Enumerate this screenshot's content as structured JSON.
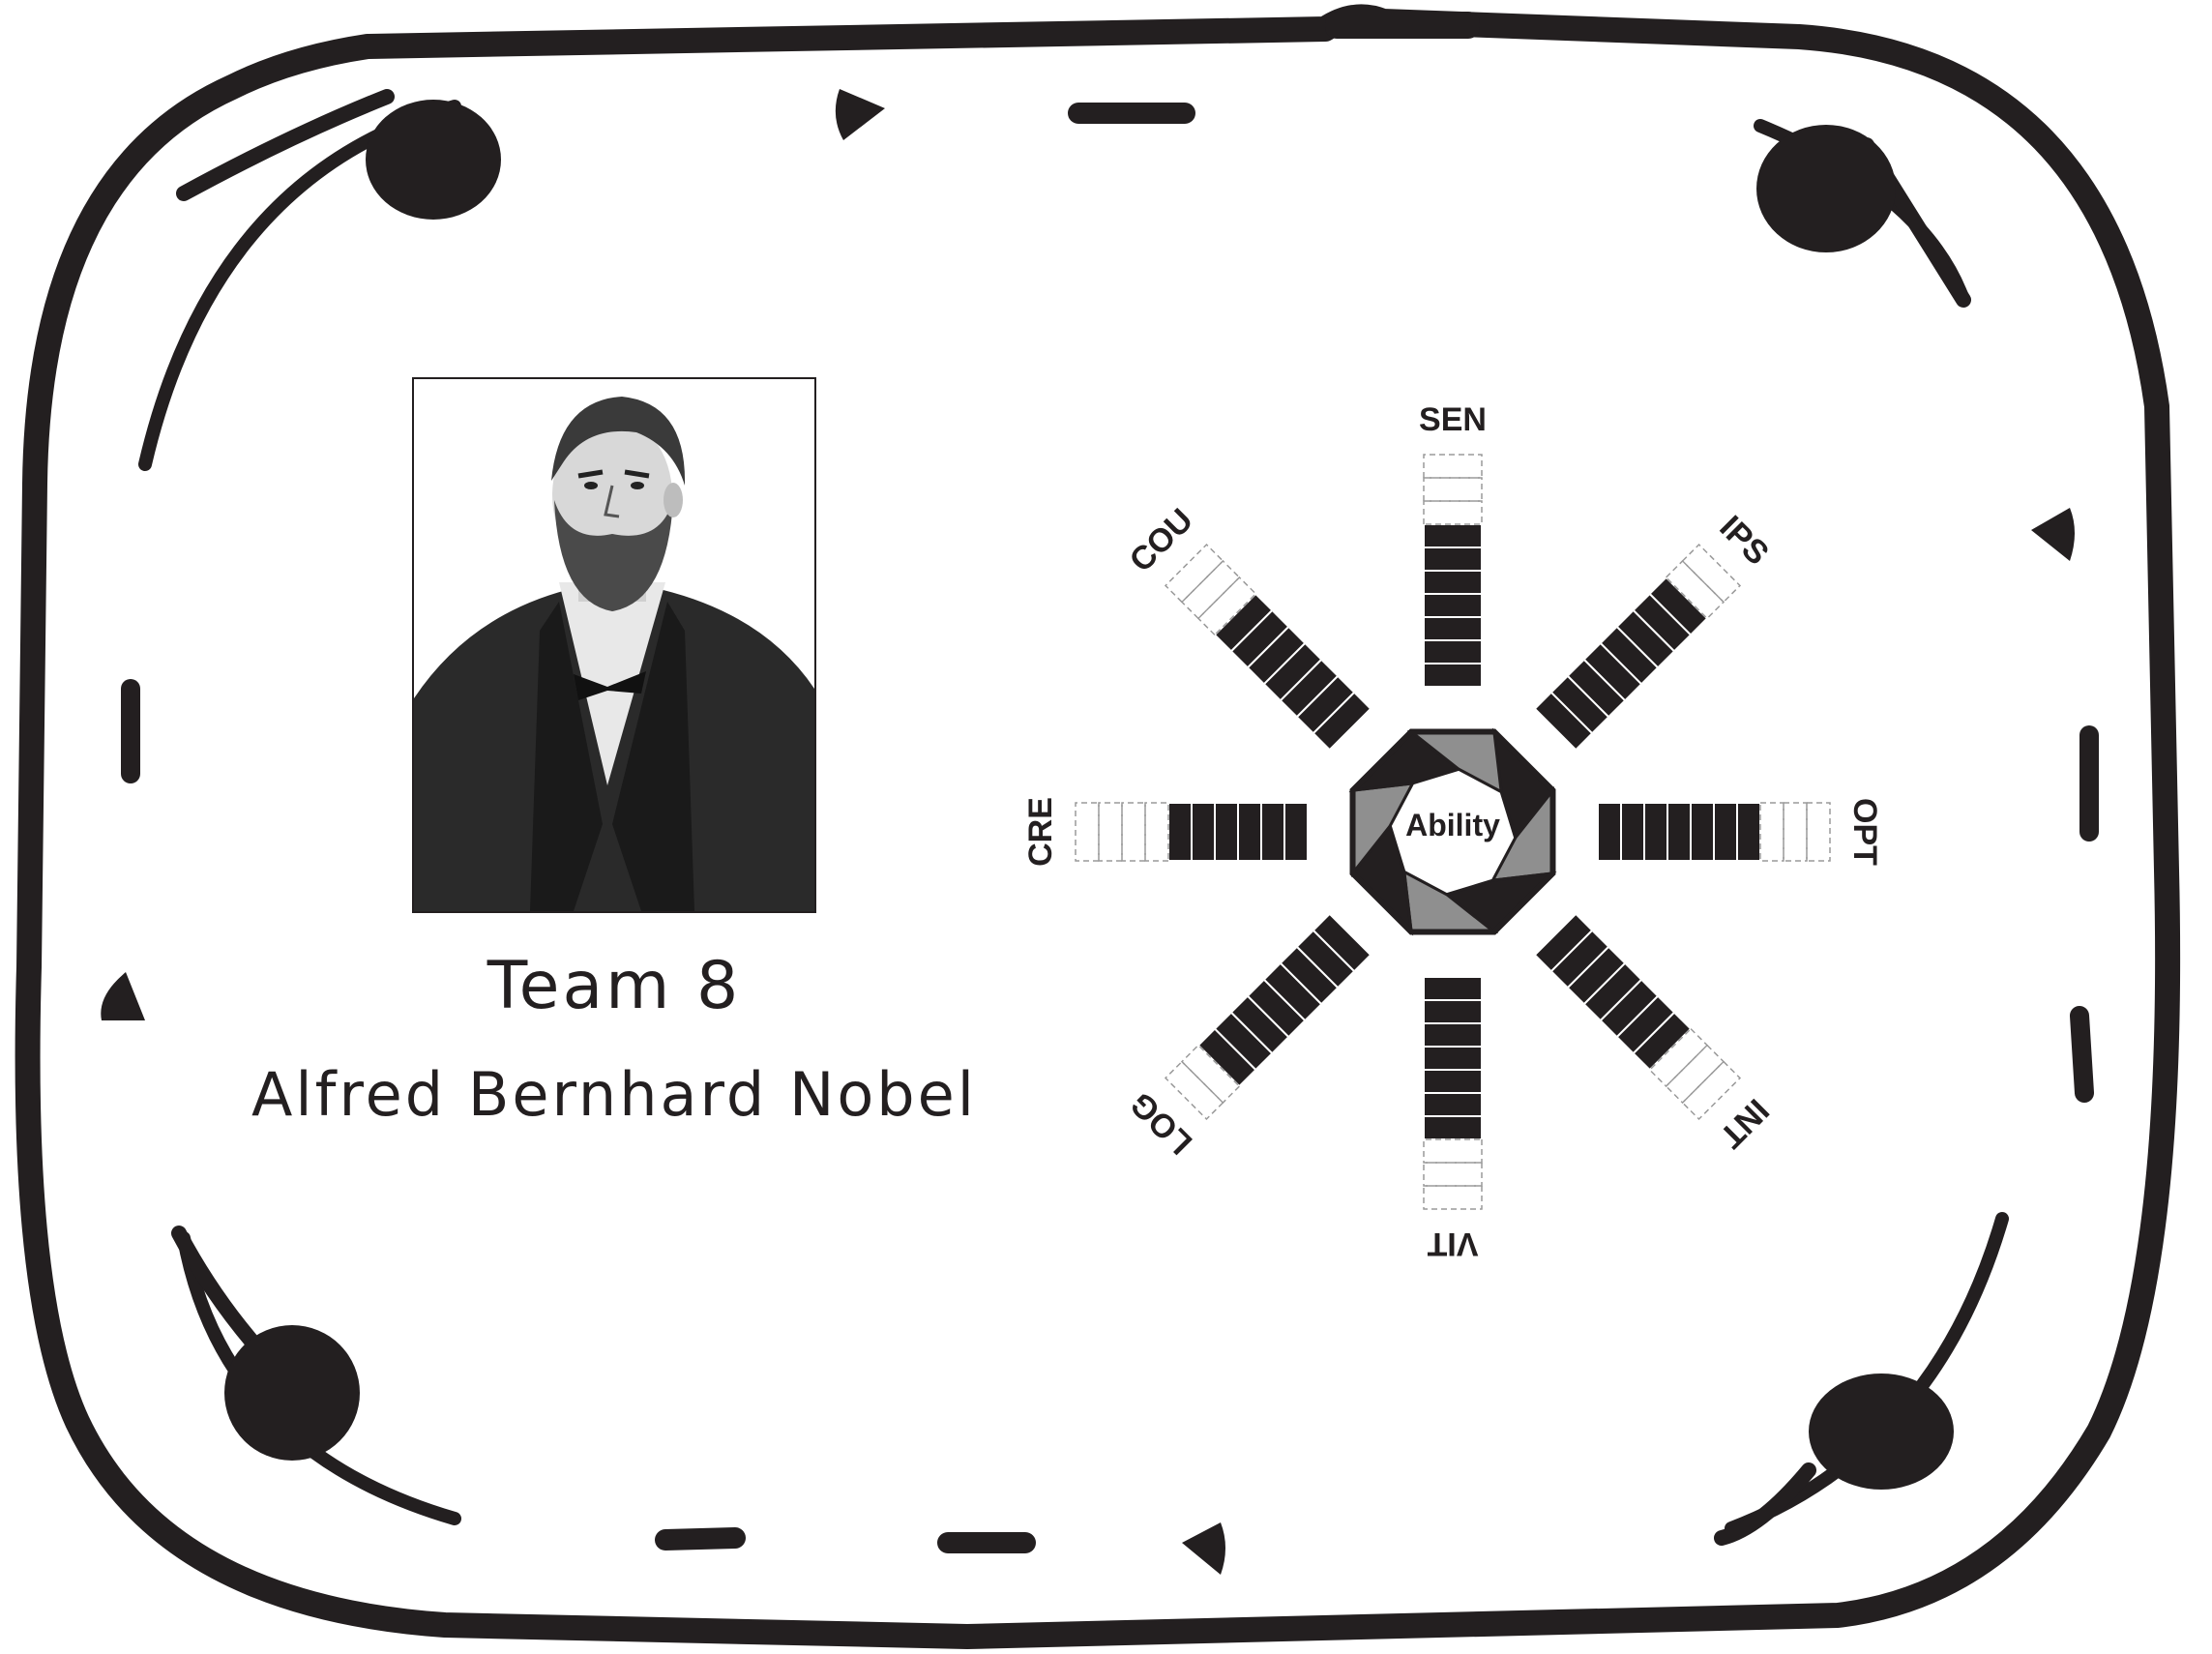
{
  "card": {
    "team": "Team 8",
    "name": "Alfred Bernhard Nobel",
    "portrait_description_icon": "bearded-man-portrait",
    "frame_color": "#231f20"
  },
  "ability_chart": {
    "center_label": "Ability",
    "max_level": 10,
    "stats": [
      {
        "key": "SEN",
        "label": "SEN",
        "level": 7,
        "direction": "N"
      },
      {
        "key": "IPS",
        "label": "IPS",
        "level": 8,
        "direction": "NE"
      },
      {
        "key": "OPT",
        "label": "OPT",
        "level": 7,
        "direction": "E"
      },
      {
        "key": "INT",
        "label": "INT",
        "level": 7,
        "direction": "SE"
      },
      {
        "key": "VIT",
        "label": "VIT",
        "level": 7,
        "direction": "S"
      },
      {
        "key": "LOG",
        "label": "LOG",
        "level": 8,
        "direction": "SW"
      },
      {
        "key": "CRE",
        "label": "CRE",
        "level": 6,
        "direction": "W"
      },
      {
        "key": "COU",
        "label": "COU",
        "level": 7,
        "direction": "NW"
      }
    ],
    "filled_color": "#231f20",
    "empty_color": "#9a9a9a",
    "octagon_colors": [
      "#231f20",
      "#8f8f8f"
    ]
  }
}
